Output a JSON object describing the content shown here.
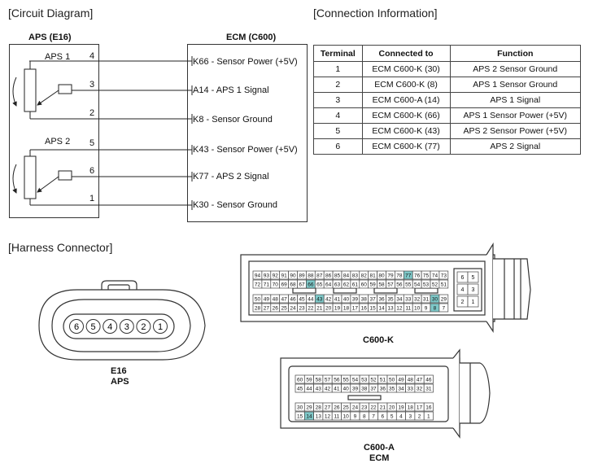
{
  "headings": {
    "circuit": "[Circuit Diagram]",
    "connection": "[Connection Information]",
    "harness": "[Harness Connector]"
  },
  "circuit": {
    "aps_title": "APS (E16)",
    "ecm_title": "ECM (C600)",
    "sensor1_label": "APS 1",
    "sensor2_label": "APS 2",
    "wires": [
      {
        "pin": "4",
        "signal": "K66 - Sensor Power (+5V)"
      },
      {
        "pin": "3",
        "signal": "A14 - APS 1 Signal"
      },
      {
        "pin": "2",
        "signal": "K8 - Sensor Ground"
      },
      {
        "pin": "5",
        "signal": "K43 - Sensor Power (+5V)"
      },
      {
        "pin": "6",
        "signal": "K77 - APS 2 Signal"
      },
      {
        "pin": "1",
        "signal": "K30 - Sensor Ground"
      }
    ]
  },
  "connection_table": {
    "headers": [
      "Terminal",
      "Connected to",
      "Function"
    ],
    "rows": [
      [
        "1",
        "ECM C600-K (30)",
        "APS 2 Sensor Ground"
      ],
      [
        "2",
        "ECM C600-K (8)",
        "APS 1 Sensor Ground"
      ],
      [
        "3",
        "ECM C600-A (14)",
        "APS 1 Signal"
      ],
      [
        "4",
        "ECM C600-K (66)",
        "APS 1 Sensor Power (+5V)"
      ],
      [
        "5",
        "ECM C600-K (43)",
        "APS 2 Sensor Power (+5V)"
      ],
      [
        "6",
        "ECM C600-K (77)",
        "APS 2 Signal"
      ]
    ]
  },
  "harness": {
    "e16": {
      "name": "E16",
      "sub": "APS",
      "pins": [
        "6",
        "5",
        "4",
        "3",
        "2",
        "1"
      ]
    },
    "c600k": {
      "name": "C600-K",
      "rows": [
        [
          "94",
          "93",
          "92",
          "91",
          "90",
          "89",
          "88",
          "87",
          "86",
          "85",
          "84",
          "83",
          "82",
          "81",
          "80",
          "79",
          "78",
          "77",
          "76",
          "75",
          "74",
          "73"
        ],
        [
          "72",
          "71",
          "70",
          "69",
          "68",
          "67",
          "66",
          "65",
          "64",
          "63",
          "62",
          "61",
          "60",
          "59",
          "58",
          "57",
          "56",
          "55",
          "54",
          "53",
          "52",
          "51"
        ],
        [
          "50",
          "49",
          "48",
          "47",
          "46",
          "45",
          "44",
          "43",
          "42",
          "41",
          "40",
          "39",
          "38",
          "37",
          "36",
          "35",
          "34",
          "33",
          "32",
          "31",
          "30",
          "29"
        ],
        [
          "28",
          "27",
          "26",
          "25",
          "24",
          "23",
          "22",
          "21",
          "20",
          "19",
          "18",
          "17",
          "16",
          "15",
          "14",
          "13",
          "12",
          "11",
          "10",
          "9",
          "8",
          "7"
        ]
      ],
      "side_rows": [
        [
          "6",
          "5"
        ],
        [
          "4",
          "3"
        ],
        [
          "2",
          "1"
        ]
      ],
      "highlighted": [
        "66",
        "77",
        "43",
        "30",
        "8"
      ]
    },
    "c600a": {
      "name": "C600-A",
      "sub": "ECM",
      "rows": [
        [
          "60",
          "59",
          "58",
          "57",
          "56",
          "55",
          "54",
          "53",
          "52",
          "51",
          "50",
          "49",
          "48",
          "47",
          "46"
        ],
        [
          "45",
          "44",
          "43",
          "42",
          "41",
          "40",
          "39",
          "38",
          "37",
          "36",
          "35",
          "34",
          "33",
          "32",
          "31"
        ],
        [
          "30",
          "29",
          "28",
          "27",
          "26",
          "25",
          "24",
          "23",
          "22",
          "21",
          "20",
          "19",
          "18",
          "17",
          "16"
        ],
        [
          "15",
          "14",
          "13",
          "12",
          "11",
          "10",
          "9",
          "8",
          "7",
          "6",
          "5",
          "4",
          "3",
          "2",
          "1"
        ]
      ],
      "highlighted": [
        "14"
      ]
    },
    "highlight_color": "#7ec8c8"
  }
}
